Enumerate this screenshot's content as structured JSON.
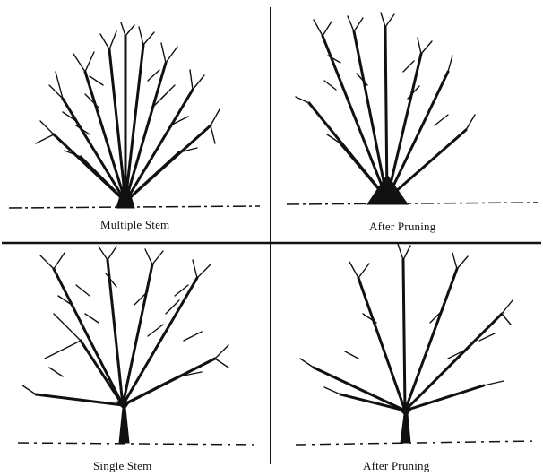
{
  "panels": [
    {
      "caption": "Multiple Stem"
    },
    {
      "caption": "After Pruning"
    },
    {
      "caption": "Single Stem"
    },
    {
      "caption": "After Pruning"
    }
  ],
  "colors": {
    "ink": "#111111",
    "background": "#ffffff"
  }
}
